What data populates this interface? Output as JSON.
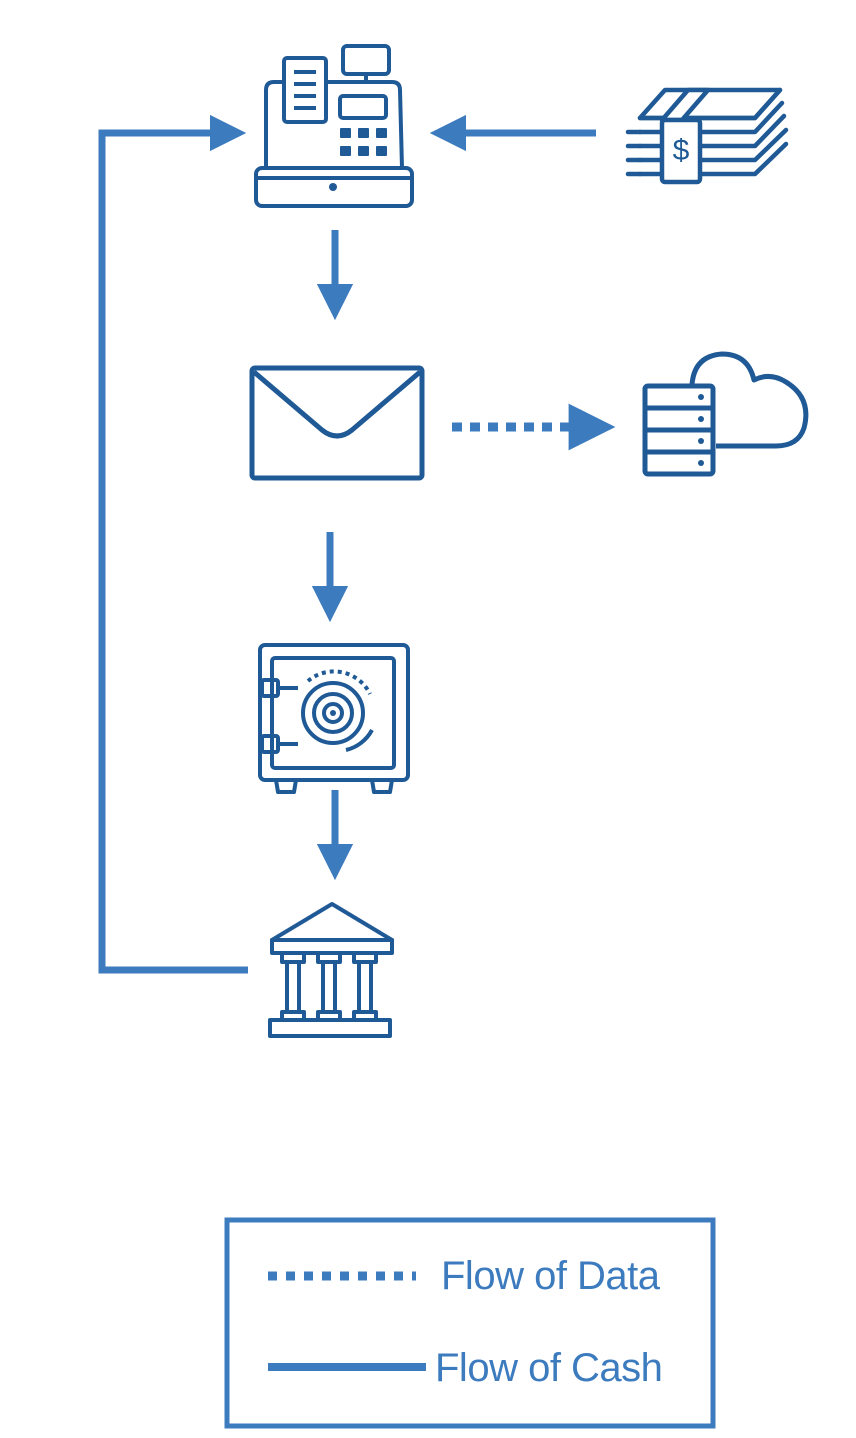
{
  "colors": {
    "icon": "#1f5a96",
    "arrow": "#3d7bbf",
    "background": "#ffffff"
  },
  "nodes": [
    {
      "id": "cash-register",
      "icon": "cash-register-icon"
    },
    {
      "id": "cash-stack",
      "icon": "cash-stack-icon"
    },
    {
      "id": "envelope",
      "icon": "envelope-icon"
    },
    {
      "id": "cloud-server",
      "icon": "cloud-server-icon"
    },
    {
      "id": "safe",
      "icon": "safe-icon"
    },
    {
      "id": "bank",
      "icon": "bank-icon"
    }
  ],
  "flows": [
    {
      "from": "cash-stack",
      "to": "cash-register",
      "type": "cash"
    },
    {
      "from": "cash-register",
      "to": "envelope",
      "type": "cash"
    },
    {
      "from": "envelope",
      "to": "cloud-server",
      "type": "data"
    },
    {
      "from": "envelope",
      "to": "safe",
      "type": "cash"
    },
    {
      "from": "safe",
      "to": "bank",
      "type": "cash"
    },
    {
      "from": "bank",
      "to": "cash-register",
      "type": "cash"
    }
  ],
  "legend": {
    "data_label": "Flow of Data",
    "cash_label": "Flow of Cash"
  }
}
